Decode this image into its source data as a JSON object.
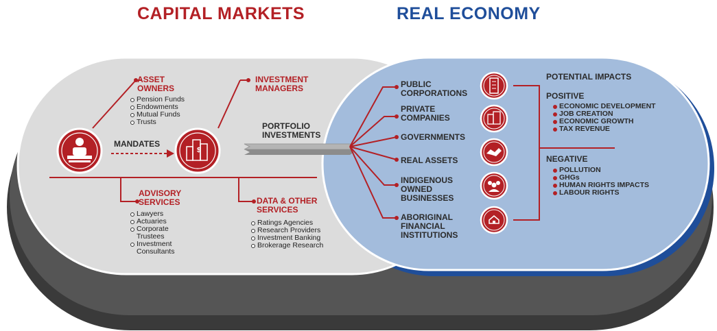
{
  "headings": {
    "capital_markets": "CAPITAL MARKETS",
    "real_economy": "REAL ECONOMY"
  },
  "capital": {
    "asset_owners": {
      "title": "ASSET OWNERS",
      "items": [
        "Pension Funds",
        "Endowments",
        "Mutual Funds",
        "Trusts"
      ]
    },
    "investment_managers": {
      "title": "INVESTMENT MANAGERS"
    },
    "mandates": "MANDATES",
    "portfolio_investments": "PORTFOLIO INVESTMENTS",
    "advisory_services": {
      "title": "ADVISORY SERVICES",
      "items": [
        "Lawyers",
        "Actuaries",
        "Corporate Trustees",
        "Investment Consultants"
      ]
    },
    "data_services": {
      "title": "DATA & OTHER SERVICES",
      "items": [
        "Ratings Agencies",
        "Research Providers",
        "Investment Banking",
        "Brokerage Research"
      ]
    }
  },
  "real": {
    "targets": [
      "PUBLIC CORPORATIONS",
      "PRIVATE COMPANIES",
      "GOVERNMENTS",
      "REAL ASSETS",
      "INDIGENOUS OWNED BUSINESSES",
      "ABORIGINAL FINANCIAL INSTITUTIONS"
    ],
    "icons": [
      "building-icon",
      "office-buildings-icon",
      "handshake-icon",
      "people-group-icon",
      "house-in-hand-icon"
    ],
    "impacts": {
      "title": "POTENTIAL IMPACTS",
      "positive_title": "POSITIVE",
      "positive": [
        "ECONOMIC DEVELOPMENT",
        "JOB CREATION",
        "ECONOMIC GROWTH",
        "TAX REVENUE"
      ],
      "negative_title": "NEGATIVE",
      "negative": [
        "POLLUTION",
        "GHGs",
        "HUMAN RIGHTS IMPACTS",
        "LABOUR RIGHTS"
      ]
    }
  },
  "colors": {
    "red": "#b32025",
    "blue": "#1f4e9a",
    "light_blue": "#a3bcdc",
    "light_gray": "#dcdcdc",
    "dark_shadow": "#3d3d3d"
  }
}
